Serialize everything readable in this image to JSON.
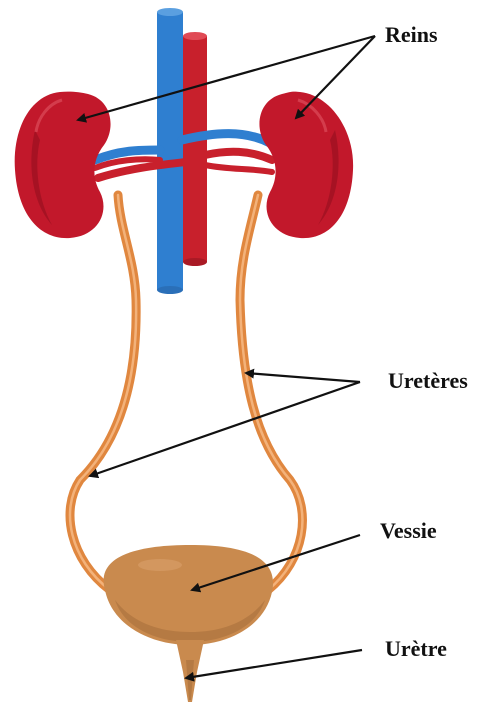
{
  "labels": {
    "kidneys": "Reins",
    "ureters": "Uretères",
    "bladder": "Vessie",
    "urethra": "Urètre"
  },
  "colors": {
    "kidney": "#c2182b",
    "kidney_shadow": "#8f0f1d",
    "vein": "#2f7fd0",
    "artery": "#c8202c",
    "ureter": "#e0873f",
    "bladder": "#c98a4e",
    "bladder_shadow": "#a8703c"
  }
}
